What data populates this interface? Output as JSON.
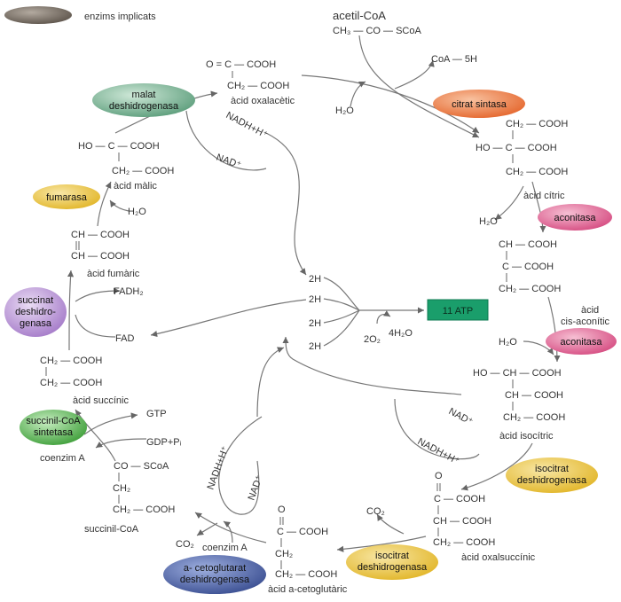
{
  "legend": {
    "label": "enzims implicats"
  },
  "colors": {
    "gray": "#6b6359",
    "green": "#6fa98a",
    "orange": "#e8743f",
    "pink": "#dc5c8c",
    "yellow": "#e6c23e",
    "purple": "#b58bd3",
    "lime": "#4fb04a",
    "blue": "#4a5d9e",
    "atp": "#1a9e6b"
  },
  "enzymes": {
    "malat": [
      "malat",
      "deshidrogenasa"
    ],
    "citrat": [
      "citrat sintasa"
    ],
    "aconitasa1": [
      "aconitasa"
    ],
    "aconitasa2": [
      "aconitasa"
    ],
    "fumarasa": [
      "fumarasa"
    ],
    "succinat": [
      "succinat",
      "deshidro-",
      "genasa"
    ],
    "succinil": [
      "succinil-CoA",
      "sintetasa"
    ],
    "isocitrat1": [
      "isocitrat",
      "deshidrogenasa"
    ],
    "isocitrat2": [
      "isocitrat",
      "deshidrogenasa"
    ],
    "acetoglutarat": [
      "a- cetoglutarat",
      "deshidrogenasa"
    ]
  },
  "acetil": {
    "name": "acetil-CoA",
    "formula": "CH₃ — CO — SCoA"
  },
  "oxalacetic": {
    "l1": "O = C — COOH",
    "l2": "CH₂ — COOH",
    "name": "àcid oxalacètic"
  },
  "citric": {
    "l1": "CH₂ — COOH",
    "l2": "HO — C — COOH",
    "l3": "CH₂ — COOH",
    "name": "àcid cítric"
  },
  "cisaconitic": {
    "l1": "CH — COOH",
    "l2": "C — COOH",
    "l3": "CH₂ — COOH",
    "name1": "àcid",
    "name2": "cis-aconític"
  },
  "isocitric": {
    "l1": "HO — CH — COOH",
    "l2": "CH — COOH",
    "l3": "CH₂ — COOH",
    "name": "àcid isocítric"
  },
  "oxalsuccinic": {
    "l0": "O",
    "l1": "C — COOH",
    "l2": "CH — COOH",
    "l3": "CH₂ — COOH",
    "name": "àcid oxalsuccínic"
  },
  "ketoglutaric": {
    "l0": "O",
    "l1": "C — COOH",
    "l2": "CH₂",
    "l3": "CH₂ — COOH",
    "name": "àcid a-cetoglutàric"
  },
  "succinilcoa": {
    "l1": "CO — SCoA",
    "l2": "CH₂",
    "l3": "CH₂ — COOH",
    "name": "succinil-CoA"
  },
  "succinic": {
    "l1": "CH₂ — COOH",
    "l2": "CH₂ — COOH",
    "name": "àcid succínic"
  },
  "fumaric": {
    "l1": "CH — COOH",
    "l2": "CH — COOH",
    "name": "àcid fumàric"
  },
  "malic": {
    "l1": "HO — C — COOH",
    "l2": "CH₂ — COOH",
    "name": "àcid màlic"
  },
  "labels": {
    "coa5h": "CoA — 5H",
    "h2o_citrat": "H₂O",
    "nadh_top": "NADH+H⁺",
    "nad_top": "NAD⁺",
    "h2o_aco1": "H₂O",
    "h2o_aco2": "H₂O",
    "h2o_fum": "H₂O",
    "fadh2": "FADH₂",
    "fad": "FAD",
    "h2_1": "2H",
    "h2_2": "2H",
    "h2_3": "2H",
    "h2_4": "2H",
    "o2": "2O₂",
    "h2o_atp": "4H₂O",
    "atp": "11 ATP",
    "nad_iso": "NAD⁺",
    "nadh_iso": "NADH+H⁺",
    "co2_iso": "CO₂",
    "gtp": "GTP",
    "gdp": "GDP+Pᵢ",
    "coenzimA_left": "coenzim A",
    "nadh_keto": "NADH+H⁺",
    "nad_keto": "NAD⁺",
    "co2_keto": "CO₂",
    "coenzimA_keto": "coenzim A"
  }
}
